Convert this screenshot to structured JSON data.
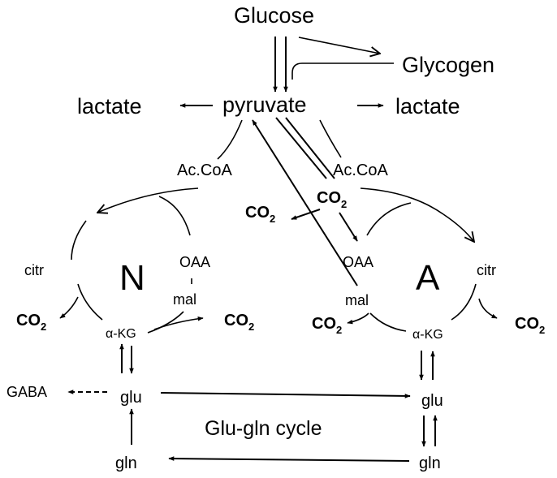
{
  "labels": {
    "glucose": "Glucose",
    "glycogen": "Glycogen",
    "pyruvate": "pyruvate",
    "lactate_left": "lactate",
    "lactate_right": "lactate",
    "acoa_left": "Ac.CoA",
    "acoa_right": "Ac.CoA",
    "co2_mid_left": "CO",
    "co2_mid_right": "CO",
    "co2_n_left": "CO",
    "co2_n_right": "CO",
    "co2_a_left": "CO",
    "co2_a_right": "CO",
    "co2_subscript": "2",
    "n_compartment": "N",
    "a_compartment": "A",
    "citr_n": "citr",
    "citr_a": "citr",
    "oaa_n": "OAA",
    "oaa_a": "OAA",
    "mal_n": "mal",
    "mal_a": "mal",
    "akg_n": "α-KG",
    "akg_a": "α-KG",
    "glu_n": "glu",
    "glu_a": "glu",
    "gln_n": "gln",
    "gln_a": "gln",
    "gaba": "GABA",
    "cycle_label": "Glu-gln cycle"
  }
}
